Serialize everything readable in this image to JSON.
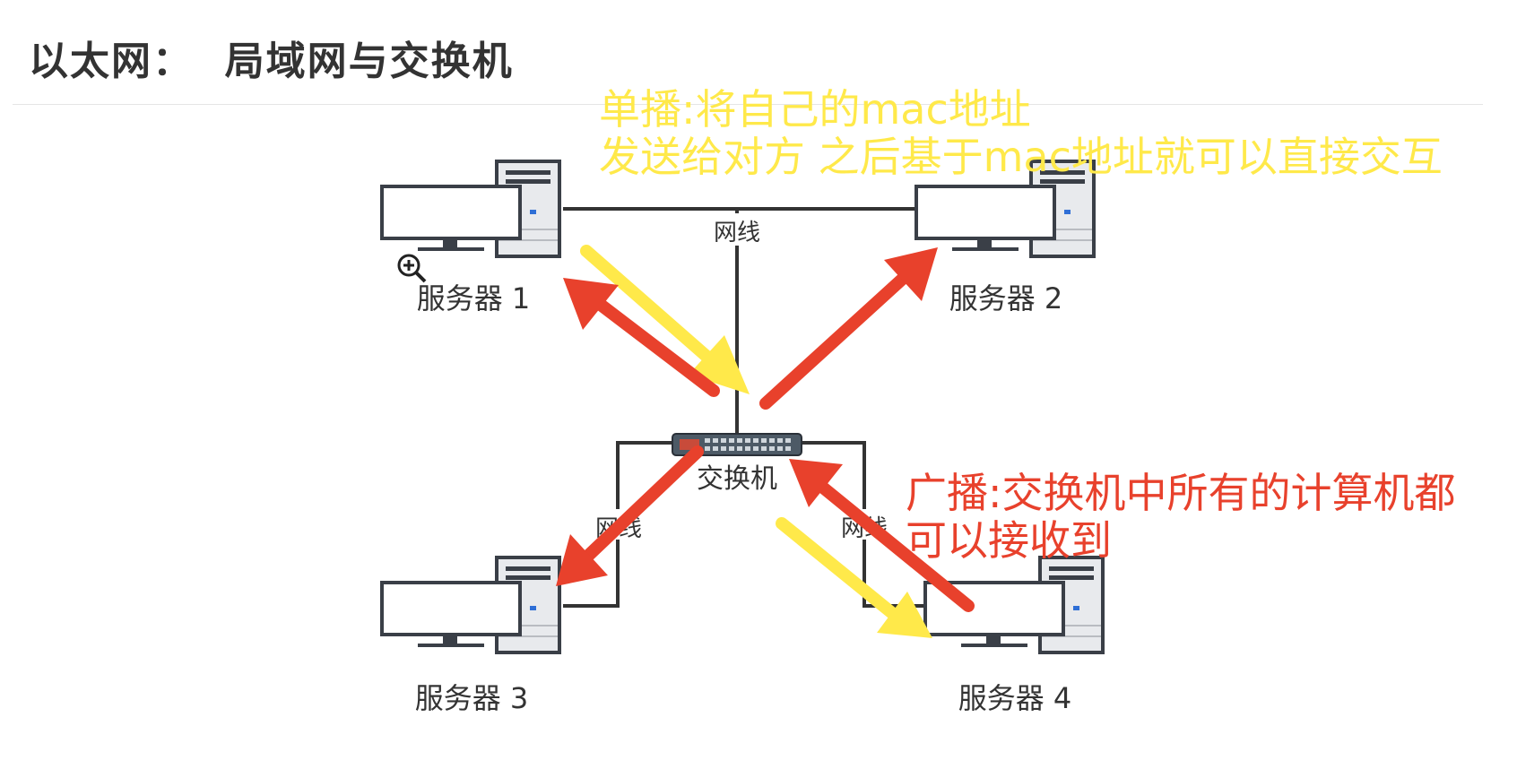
{
  "title": "以太网：  局域网与交换机",
  "servers": [
    {
      "label": "服务器 1"
    },
    {
      "label": "服务器 2"
    },
    {
      "label": "服务器 3"
    },
    {
      "label": "服务器 4"
    }
  ],
  "switch": {
    "label": "交换机"
  },
  "cables": {
    "top_label": "网线",
    "left_label": "网线",
    "right_label": "网线"
  },
  "annotations": {
    "unicast": {
      "line1": "单播:将自己的mac地址",
      "line2": "发送给对方 之后基于mac地址就可以直接交互",
      "color": "#ffe94a"
    },
    "broadcast": {
      "line1": "广播:交换机中所有的计算机都",
      "line2": "可以接收到",
      "color": "#e8412c"
    }
  },
  "icons": {
    "zoom": "zoom-in-icon"
  }
}
